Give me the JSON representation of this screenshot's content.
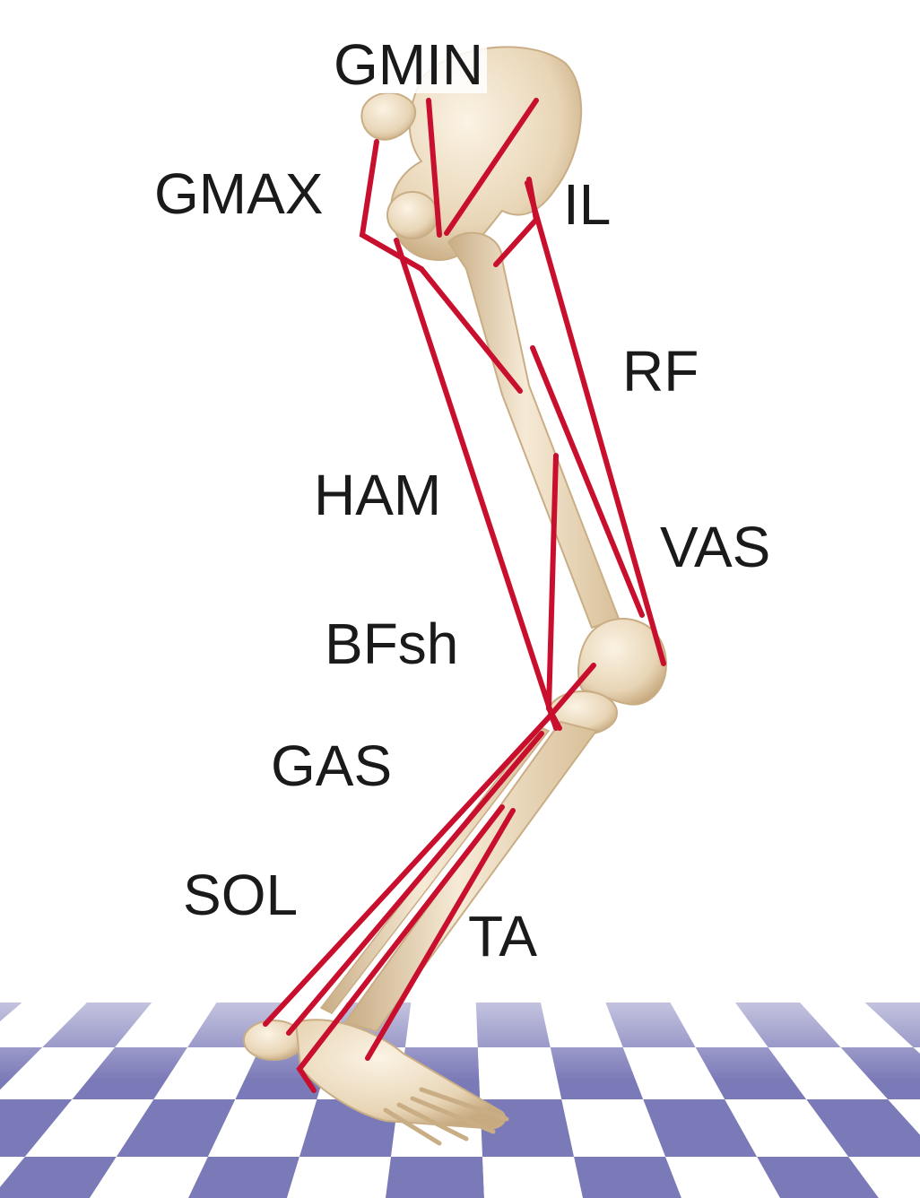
{
  "labels": {
    "gmin": "GMIN",
    "gmax": "GMAX",
    "il": "IL",
    "rf": "RF",
    "ham": "HAM",
    "vas": "VAS",
    "bfsh": "BFsh",
    "gas": "GAS",
    "sol": "SOL",
    "ta": "TA"
  },
  "colors": {
    "muscle": "#c8102e",
    "bone": "#ecdcc2",
    "bone_shadow": "#c9b08c",
    "floor_dark": "#7b7ab8",
    "floor_light": "#ffffff",
    "text": "#1a1a1a"
  }
}
